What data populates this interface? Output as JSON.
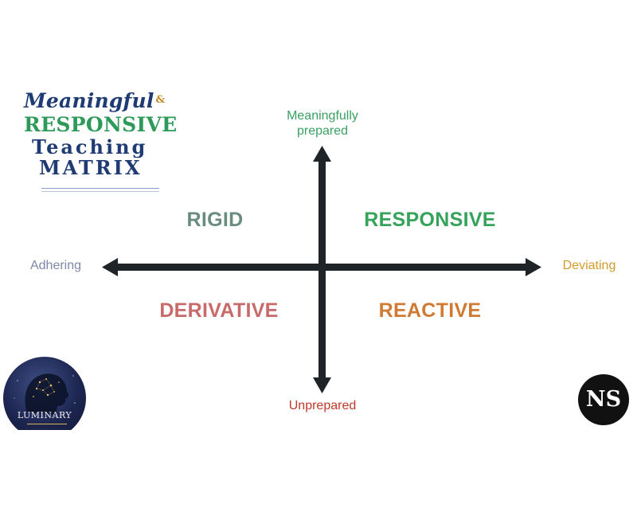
{
  "title": {
    "line1": "Meaningful",
    "amp": "&",
    "line2": "RESPONSIVE",
    "line3": "Teaching",
    "line4": "MATRIX"
  },
  "axes": {
    "top": "Meaningfully prepared",
    "bottom": "Unprepared",
    "left": "Adhering",
    "right": "Deviating"
  },
  "quadrants": {
    "top_left": "RIGID",
    "top_right": "RESPONSIVE",
    "bottom_left": "DERIVATIVE",
    "bottom_right": "REACTIVE"
  },
  "logos": {
    "luminary": "LUMINARY",
    "ns": "NS"
  },
  "colors": {
    "title_navy": "#1f3b73",
    "title_green": "#2e9a5a",
    "arrow": "#1f2428",
    "top_label": "#3aa063",
    "bottom_label": "#c0392b",
    "left_label": "#7e88a8",
    "right_label": "#d49a2a",
    "rigid": "#6a8c7e",
    "responsive": "#36a35a",
    "derivative": "#c96a6a",
    "reactive": "#d07a33"
  },
  "icons": [
    "brain-head-icon"
  ]
}
